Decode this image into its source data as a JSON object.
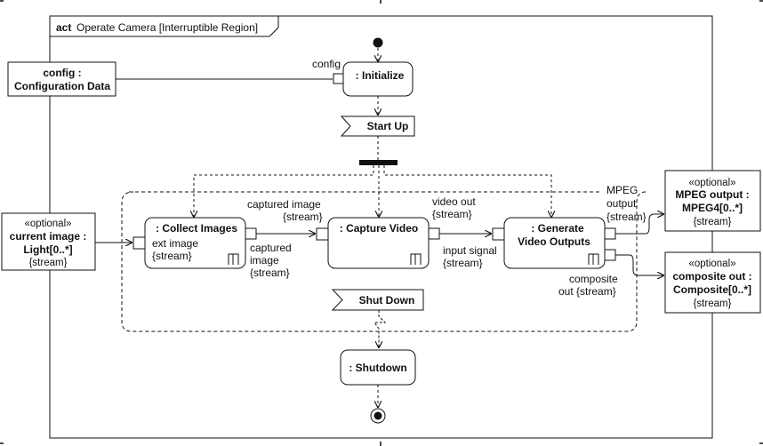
{
  "frame": {
    "keyword": "act",
    "name": "Operate Camera [Interruptible Region]"
  },
  "params": {
    "config": {
      "line1": "config :",
      "line2": "Configuration Data"
    },
    "current_image": {
      "stereotype": "«optional»",
      "line1": "current image :",
      "line2": "Light[0..*]",
      "stream": "{stream}"
    },
    "mpeg_output": {
      "stereotype": "«optional»",
      "line1": "MPEG output :",
      "line2": "MPEG4[0..*]",
      "stream": "{stream}"
    },
    "composite_out": {
      "stereotype": "«optional»",
      "line1": "composite out :",
      "line2": "Composite[0..*]",
      "stream": "{stream}"
    }
  },
  "actions": {
    "initialize": ": Initialize",
    "collect_images": ": Collect Images",
    "capture_video": ": Capture Video",
    "generate_video_outputs": {
      "line1": ": Generate",
      "line2": "Video Outputs"
    },
    "shutdown": ": Shutdown"
  },
  "signals": {
    "start_up": "Start Up",
    "shut_down": "Shut Down"
  },
  "pin_labels": {
    "config": "config",
    "ext_image": {
      "line1": "ext image",
      "line2": "{stream}"
    },
    "captured_image_top": {
      "line1": "captured image",
      "line2": "{stream}"
    },
    "captured_image_bottom": {
      "line1": "captured",
      "line2": "image",
      "line3": "{stream}"
    },
    "video_out": {
      "line1": "video out",
      "line2": "{stream}"
    },
    "input_signal": {
      "line1": "input signal",
      "line2": "{stream}"
    },
    "mpeg_output": {
      "line1": "MPEG",
      "line2": "output",
      "line3": "{stream}"
    },
    "composite_out": {
      "line1": "composite",
      "line2": "out {stream}"
    }
  }
}
